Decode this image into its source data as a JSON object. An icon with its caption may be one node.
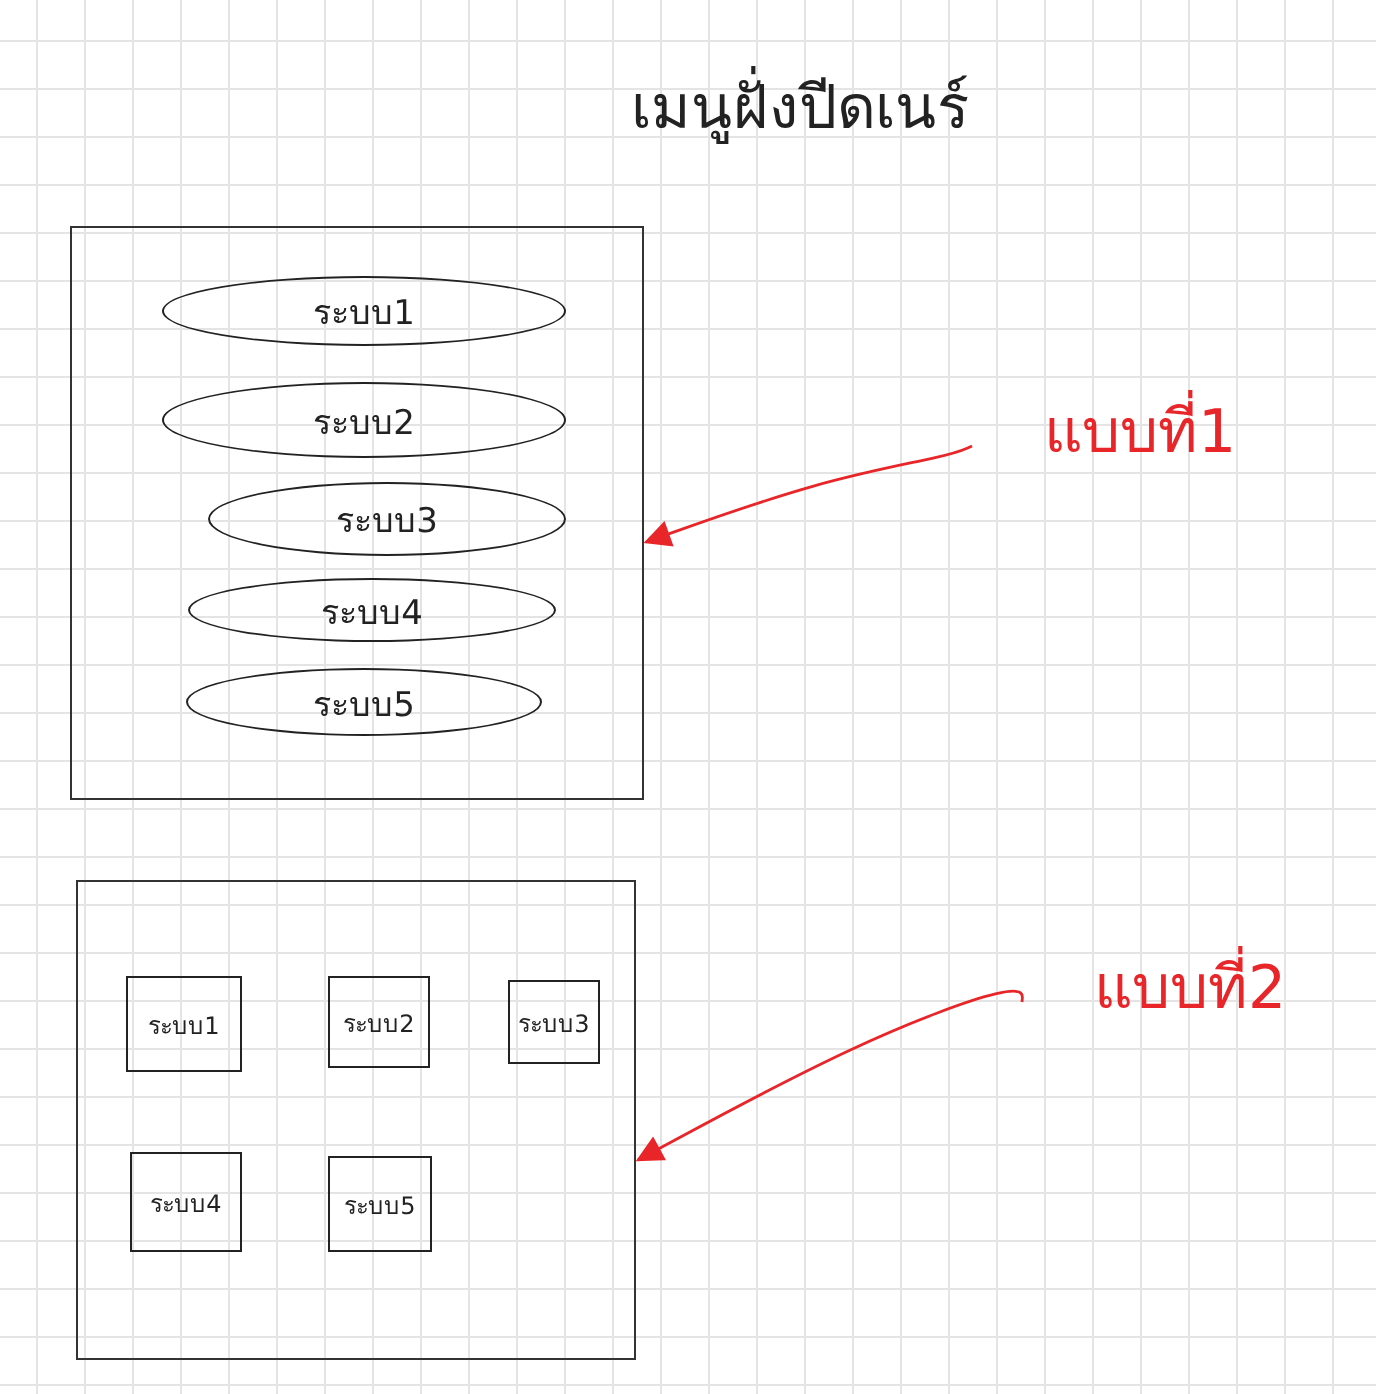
{
  "diagram": {
    "title": "เมนูฝั่งปีดเนร์",
    "nodes": [
      {
        "text": [],
        "shape": "box"
      },
      {
        "text": [
          "ระบบ1"
        ],
        "in": 0
      },
      {
        "text": [
          "ระบบ2"
        ],
        "in": 0
      },
      {
        "text": [
          "ระบบ3"
        ],
        "in": 0
      },
      {
        "text": [
          "ระบบ4"
        ],
        "in": 0
      },
      {
        "text": [
          "ระบบ5"
        ],
        "in": 0
      },
      {
        "text": [],
        "shape": "box"
      },
      {
        "text": [
          "ระบบ1"
        ],
        "in": 6
      },
      {
        "text": [
          "ระบบ2"
        ],
        "in": 6
      },
      {
        "text": [
          "ระบบ3"
        ],
        "in": 6
      },
      {
        "text": [
          "ระบบ4"
        ],
        "in": 6
      },
      {
        "text": [
          "ระบบ5"
        ],
        "in": 6
      },
      {
        "text": [
          "แบบที่1"
        ]
      },
      {
        "text": [
          "แบบที่2"
        ]
      }
    ],
    "edges": [
      {
        "from": 12,
        "to": 0,
        "arrow": "to"
      },
      {
        "from": 13,
        "to": 6,
        "arrow": "to"
      }
    ]
  }
}
